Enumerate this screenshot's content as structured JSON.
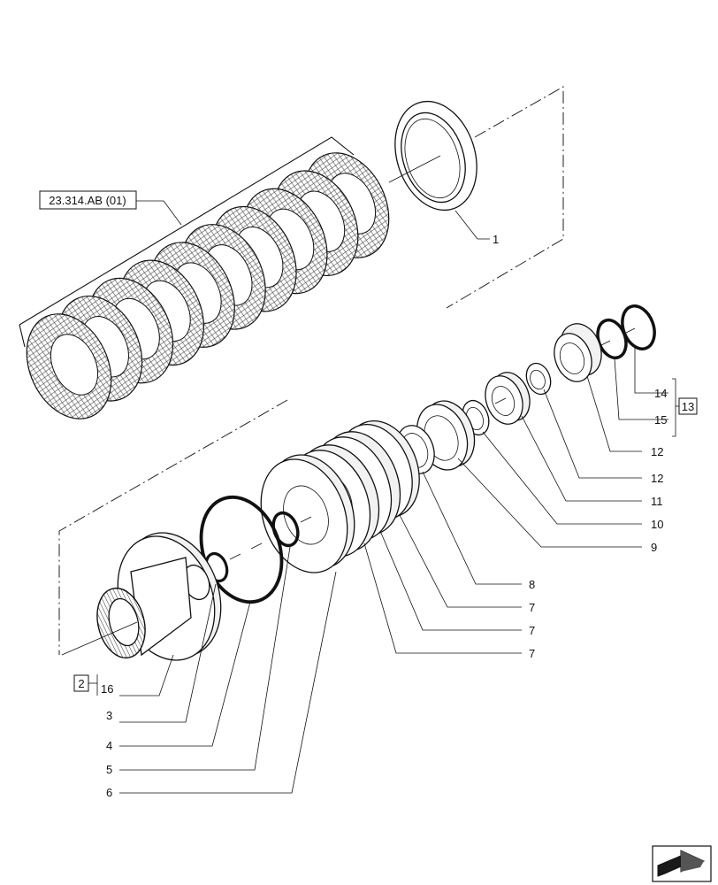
{
  "reference_label": "23.314.AB (01)",
  "callouts": {
    "c1": "1",
    "c2": "2",
    "c3": "3",
    "c4": "4",
    "c5": "5",
    "c6": "6",
    "c7a": "7",
    "c7b": "7",
    "c7c": "7",
    "c8": "8",
    "c9": "9",
    "c10": "10",
    "c11": "11",
    "c12a": "12",
    "c12b": "12",
    "c13": "13",
    "c14": "14",
    "c15": "15",
    "c16": "16"
  },
  "icons": {
    "nav": "next-page-arrow-icon"
  }
}
